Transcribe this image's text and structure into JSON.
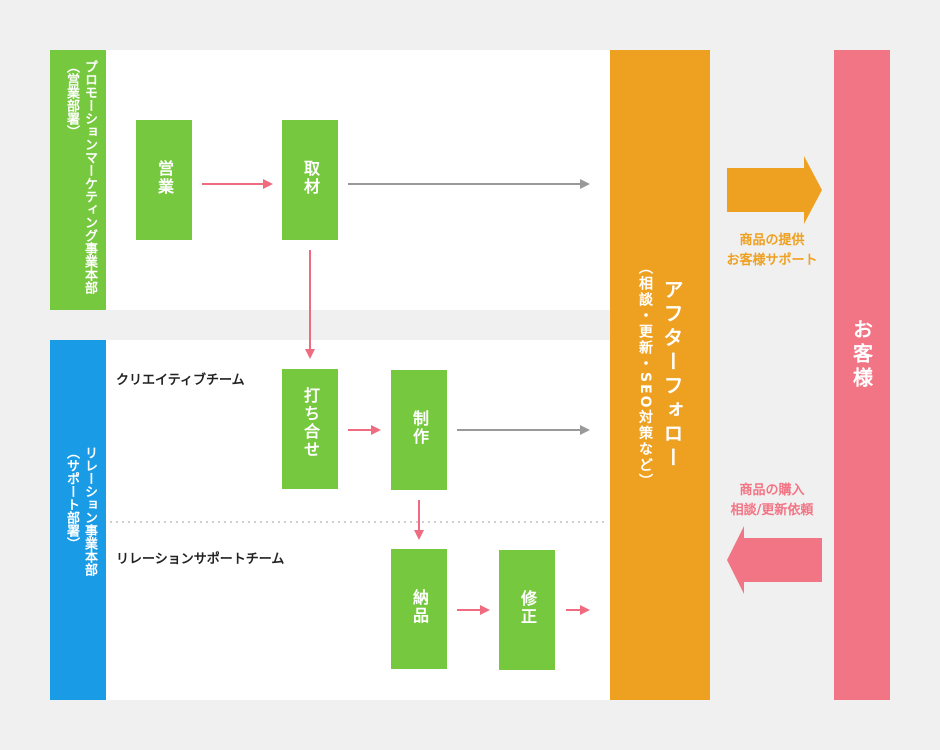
{
  "departments": {
    "promotion": {
      "name": "プロモーションマーケティング事業本部",
      "sub": "（営業部署）",
      "color": "#76c83f"
    },
    "relation": {
      "name": "リレーション事業本部",
      "sub": "（サポート部署）",
      "color": "#1a9be6"
    }
  },
  "teams": {
    "creative": "クリエイティブチーム",
    "relation_support": "リレーションサポートチーム"
  },
  "steps": {
    "sales": "営業",
    "interview": "取材",
    "meeting": "打ち合せ",
    "production": "制作",
    "delivery": "納品",
    "revision": "修正"
  },
  "after_follow": {
    "title": "アフターフォロー",
    "detail": "（相談・更新・SEO対策など）",
    "color": "#eea020"
  },
  "customer": {
    "label": "お客様",
    "color": "#f27585"
  },
  "captions": {
    "to_customer": [
      "商品の提供",
      "お客様サポート"
    ],
    "from_customer": [
      "商品の購入",
      "相談/更新依頼"
    ]
  },
  "colors": {
    "step_box": "#76c83f",
    "flow_arrow": "#ee6b80",
    "connector": "#999999"
  }
}
